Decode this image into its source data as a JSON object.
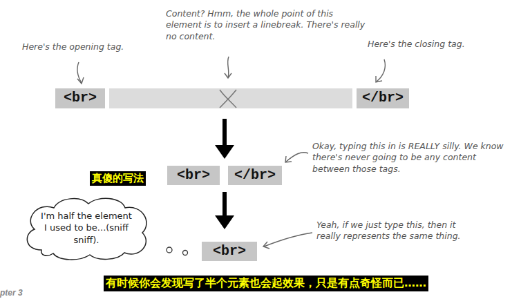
{
  "diagram": {
    "nodes": [
      {
        "text": [
          "<br>"
        ]
      },
      {
        "text": [
          "</br>"
        ]
      },
      {
        "text": [
          "<br>"
        ]
      },
      {
        "text": [
          "</br>"
        ]
      },
      {
        "text": [
          "<br>"
        ]
      },
      {
        "text": [
          "I'm half the element I used to be...(sniff sniff)."
        ]
      }
    ],
    "labels": [
      "Here's the opening tag.",
      "Content? Hmm, the whole point of this element is to insert a linebreak. There's really no content.",
      "Here's the closing tag.",
      "Okay, typing this in is REALLY silly. We know there's never going to be any content between those tags.",
      "真傻的写法",
      "Yeah, if we just type this, then it really represents the same thing.",
      "有时候你会发现写了半个元素也会起效果，只是有点奇怪而已……",
      "pter 3"
    ]
  }
}
